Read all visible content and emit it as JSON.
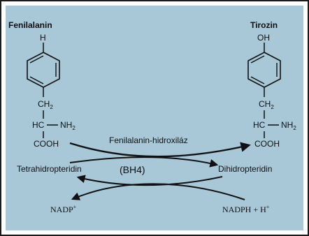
{
  "colors": {
    "background": "#a8c7d7",
    "frame": "#1a1a1a",
    "ink": "#111111"
  },
  "left_molecule": {
    "name": "Fenilalanin",
    "para_substituent": "H",
    "ch2": "CH",
    "ch2_sub": "2",
    "hc": "HC",
    "nh2": "NH",
    "nh2_sub": "2",
    "cooh": "COOH"
  },
  "right_molecule": {
    "name": "Tirozin",
    "para_substituent": "OH",
    "ch2": "CH",
    "ch2_sub": "2",
    "hc": "HC",
    "nh2": "NH",
    "nh2_sub": "2",
    "cooh": "COOH"
  },
  "enzyme": "Fenilalanin-hidroxiláz",
  "cofactor": {
    "reduced": "Tetrahidropteridin",
    "abbrev": "(BH4)",
    "oxidized": "Dihidropteridin"
  },
  "nadp": {
    "oxidized": "NADP",
    "oxidized_sup": "+",
    "reduced": "NADPH + H",
    "reduced_sup": "+"
  }
}
